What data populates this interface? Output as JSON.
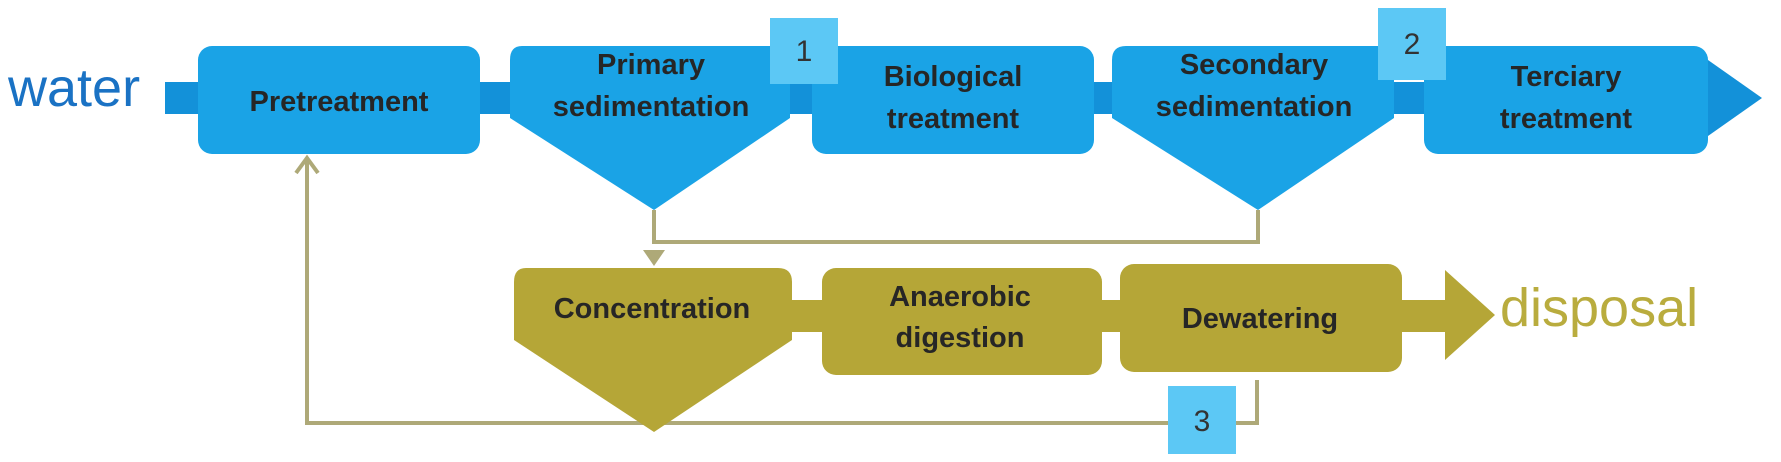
{
  "input_label": "water",
  "output_label": "disposal",
  "water_line": {
    "steps": [
      {
        "label_lines": [
          "Pretreatment"
        ]
      },
      {
        "label_lines": [
          "Primary",
          "sedimentation"
        ]
      },
      {
        "label_lines": [
          "Biological",
          "treatment"
        ]
      },
      {
        "label_lines": [
          "Secondary",
          "sedimentation"
        ]
      },
      {
        "label_lines": [
          "Terciary",
          "treatment"
        ]
      }
    ]
  },
  "sludge_line": {
    "steps": [
      {
        "label_lines": [
          "Concentration"
        ]
      },
      {
        "label_lines": [
          "Anaerobic",
          "digestion"
        ]
      },
      {
        "label_lines": [
          "Dewatering"
        ]
      }
    ]
  },
  "markers": [
    "1",
    "2",
    "3"
  ],
  "colors": {
    "water_box": "#1AA3E6",
    "water_arrow": "#1391D9",
    "water_text": "#1A72C4",
    "sludge_box": "#B5A637",
    "sludge_text": "#B9AC3E",
    "recycle_line": "#AEA978",
    "marker_fill": "#5CC8F5"
  }
}
